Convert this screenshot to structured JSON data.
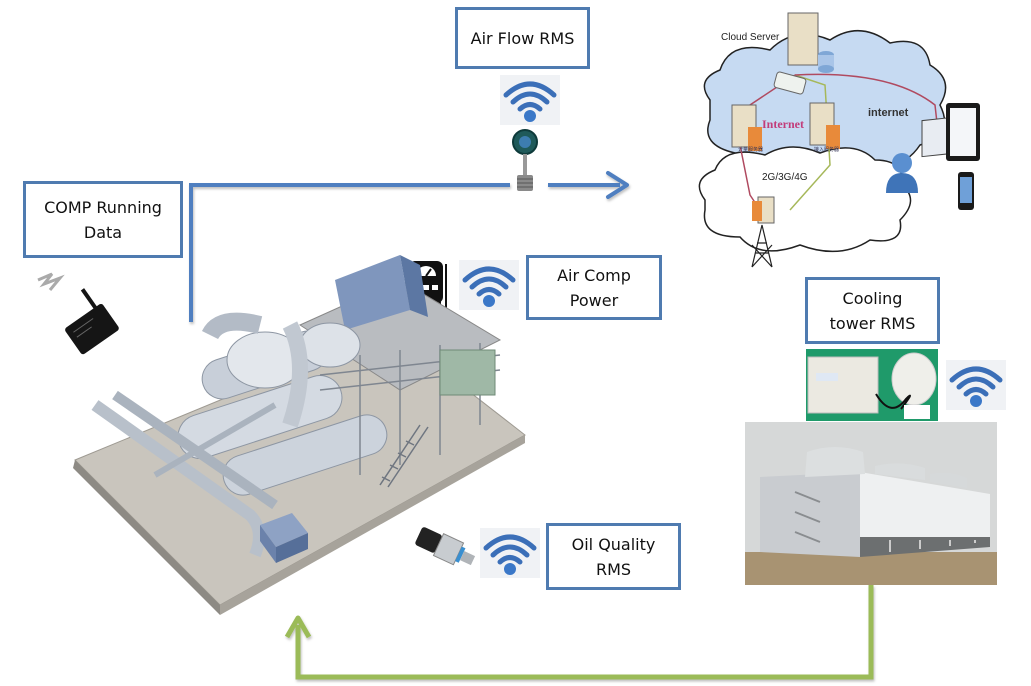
{
  "diagram": {
    "title": "Compressor station remote monitoring system",
    "labels": {
      "air_flow": "Air Flow RMS",
      "comp_running": "COMP Running\nData",
      "air_comp_power": "Air Comp\nPower",
      "cooling_tower": "Cooling\ntower RMS",
      "oil_quality": "Oil Quality\nRMS"
    },
    "network": {
      "cloud_server": "Cloud Server",
      "internet_inner": "Internet",
      "internet_outer": "internet",
      "mobile_network": "2G/3G/4G",
      "server_left_caption": "计量服务器",
      "server_right_caption": "接入服务器"
    },
    "colors": {
      "box_border": "#4f7bb0",
      "data_flow_arrow": "#4f7fc0",
      "return_arrow": "#9bbb59",
      "cloud_fill": "#c6daf2",
      "wifi_blue": "#3b6fb8"
    },
    "icons": {
      "wifi": "wifi-icon",
      "flow_meter": "flow-meter-icon",
      "power_meter": "power-meter-icon",
      "pressure_sensor": "oil-sensor-icon",
      "gateway": "gsm-gateway-icon",
      "cooling_tower_photo": "cooling-tower-image",
      "compressor_3d": "compressor-plant-image"
    }
  }
}
